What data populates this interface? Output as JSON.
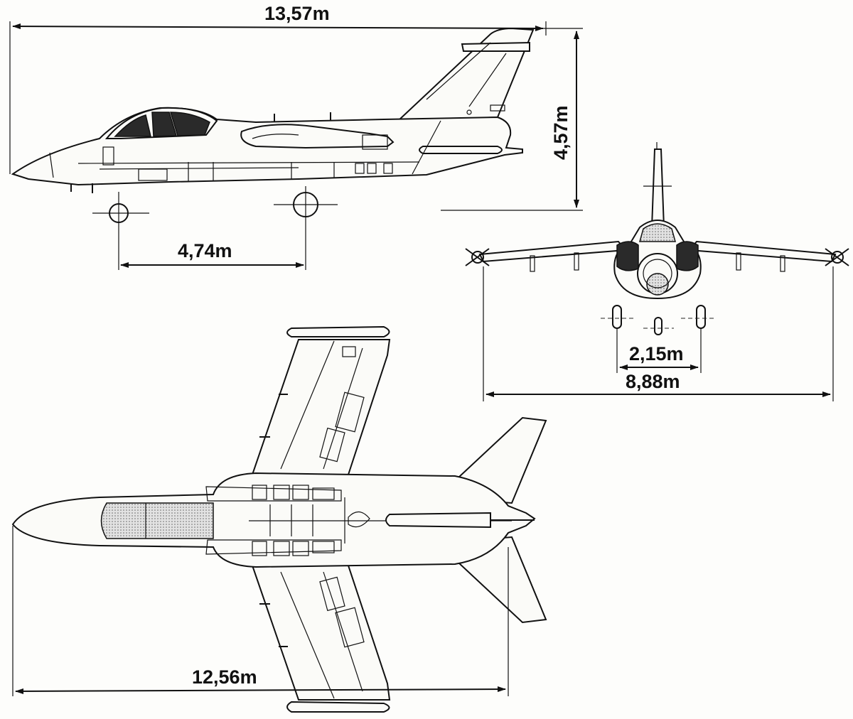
{
  "dimensions": {
    "length": "13,57m",
    "height": "4,57m",
    "wheelbase": "4,74m",
    "track": "2,15m",
    "wingspan": "8,88m",
    "plan_length": "12,56m"
  }
}
